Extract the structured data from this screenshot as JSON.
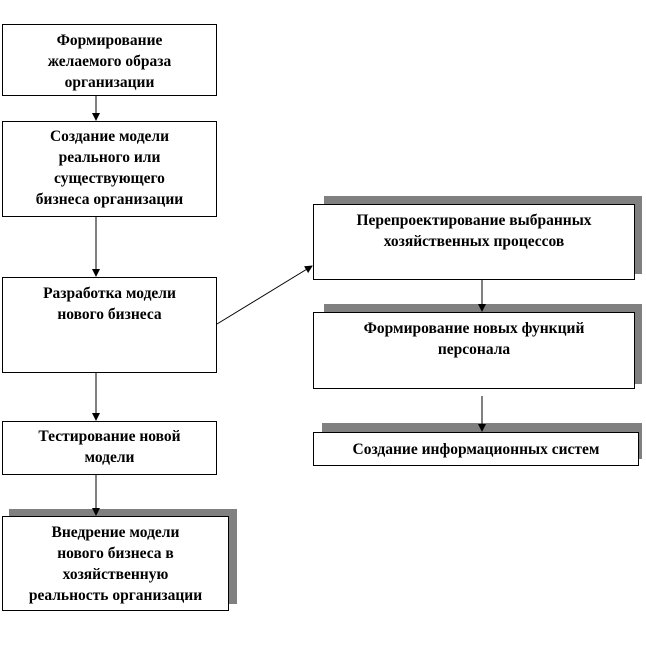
{
  "diagram": {
    "left_column": [
      {
        "id": "form-desired-image",
        "text": "Формирование\nжелаемого образа\nорганизации"
      },
      {
        "id": "create-current-model",
        "text": "Создание  модели\nреального или\nсуществующего\nбизнеса организации"
      },
      {
        "id": "develop-new-model",
        "text": "Разработка  модели\nнового бизнеса"
      },
      {
        "id": "test-new-model",
        "text": "Тестирование новой\nмодели"
      },
      {
        "id": "implement-new-model",
        "text": "Внедрение модели\nнового бизнеса в\nхозяйственную\nреальность организации"
      }
    ],
    "right_column": [
      {
        "id": "reengineer-processes",
        "text": "Перепроектирование  выбранных\nхозяйственных процессов"
      },
      {
        "id": "form-staff-functions",
        "text": "Формирование  новых функций\nперсонала"
      },
      {
        "id": "create-info-systems",
        "text": "Создание  информационных  систем"
      }
    ],
    "colors": {
      "box_border": "#000000",
      "box_fill": "#ffffff",
      "shadow": "#808080",
      "connector": "#000000"
    }
  }
}
